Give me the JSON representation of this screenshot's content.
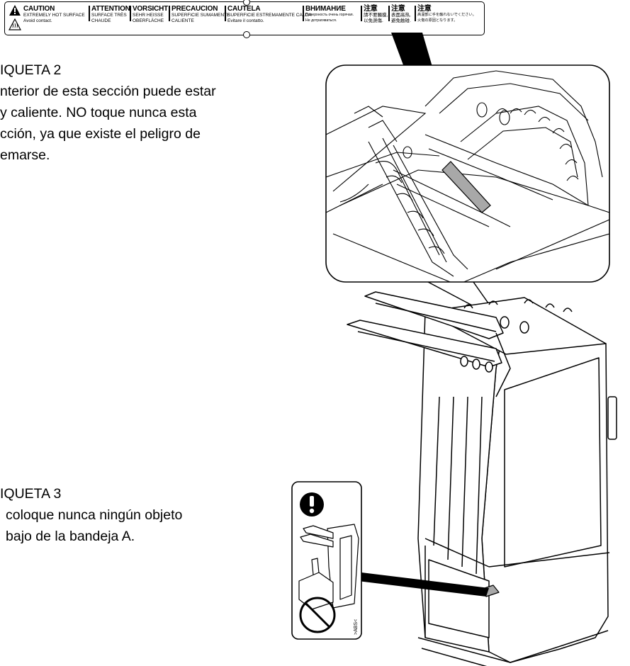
{
  "caution_label": {
    "languages": [
      {
        "title": "CAUTION",
        "text": "EXTREMELY HOT SURFACE\nAvoid contact."
      },
      {
        "title": "ATTENTION",
        "text": "SURFACE TRÈS\nCHAUDE"
      },
      {
        "title": "VORSICHT",
        "text": "SEHR HEISSE\nOBERFLÄCHE"
      },
      {
        "title": "PRECAUCION",
        "text": "SUPERFICIE SUMAMENTE\nCALIENTE"
      },
      {
        "title": "CAUTELA",
        "text": "SUPERFICIE ESTREMAMENTE CALDA\nEvitare il contatto."
      },
      {
        "title": "ВНИМАНИЕ",
        "text": "Поверхность очень горячая.\nНе дотрагиваться."
      },
      {
        "title": "注意",
        "text": "請不要觸摸,\n以免燙傷."
      },
      {
        "title": "注意",
        "text": "表面高热,\n避免触碰."
      },
      {
        "title": "注意",
        "text": "高温部に手を触れないでください。\n火傷の原因となります。"
      }
    ]
  },
  "label2": {
    "title": "IQUETA 2",
    "body": "nterior de esta sección puede estar\ny caliente. NO toque nunca esta\ncción, ya que existe el peligro de\nemarse."
  },
  "label3": {
    "title": "IQUETA 3",
    "body": "coloque nunca ningún objeto\nbajo de la bandeja A."
  },
  "small_label": {
    "code": ">ABS<"
  }
}
